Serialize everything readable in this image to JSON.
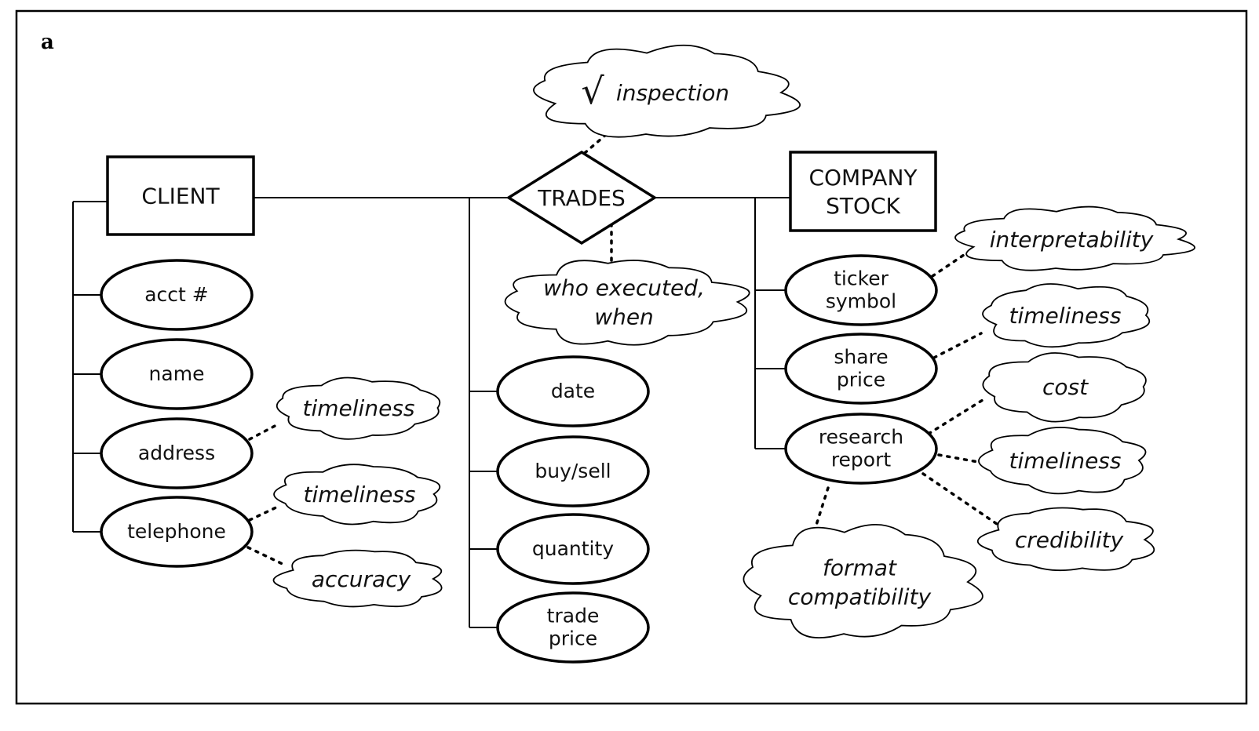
{
  "panel_label": "a",
  "entities": [
    {
      "id": "client",
      "lines": [
        "CLIENT"
      ]
    },
    {
      "id": "company-stock",
      "lines": [
        "COMPANY",
        "STOCK"
      ]
    }
  ],
  "relationship": {
    "id": "trades",
    "label": "TRADES"
  },
  "attributes": {
    "client": [
      {
        "id": "acct",
        "lines": [
          "acct #"
        ]
      },
      {
        "id": "name",
        "lines": [
          "name"
        ]
      },
      {
        "id": "address",
        "lines": [
          "address"
        ]
      },
      {
        "id": "telephone",
        "lines": [
          "telephone"
        ]
      }
    ],
    "trades": [
      {
        "id": "date",
        "lines": [
          "date"
        ]
      },
      {
        "id": "buy-sell",
        "lines": [
          "buy/sell"
        ]
      },
      {
        "id": "quantity",
        "lines": [
          "quantity"
        ]
      },
      {
        "id": "trade-price",
        "lines": [
          "trade",
          "price"
        ]
      }
    ],
    "company_stock": [
      {
        "id": "ticker-symbol",
        "lines": [
          "ticker",
          "symbol"
        ]
      },
      {
        "id": "share-price",
        "lines": [
          "share",
          "price"
        ]
      },
      {
        "id": "research-report",
        "lines": [
          "research",
          "report"
        ]
      }
    ]
  },
  "quality_tags": [
    {
      "id": "inspection",
      "attached_to": "trades",
      "check_mark": "√",
      "lines": [
        "inspection"
      ]
    },
    {
      "id": "who-executed",
      "attached_to": "trades",
      "lines": [
        "who executed,",
        "when"
      ]
    },
    {
      "id": "address-timeliness",
      "attached_to": "address",
      "lines": [
        "timeliness"
      ]
    },
    {
      "id": "telephone-timeliness",
      "attached_to": "telephone",
      "lines": [
        "timeliness"
      ]
    },
    {
      "id": "telephone-accuracy",
      "attached_to": "telephone",
      "lines": [
        "accuracy"
      ]
    },
    {
      "id": "ticker-interpretability",
      "attached_to": "ticker-symbol",
      "lines": [
        "interpretability"
      ]
    },
    {
      "id": "share-price-timeliness",
      "attached_to": "share-price",
      "lines": [
        "timeliness"
      ]
    },
    {
      "id": "report-cost",
      "attached_to": "research-report",
      "lines": [
        "cost"
      ]
    },
    {
      "id": "report-timeliness",
      "attached_to": "research-report",
      "lines": [
        "timeliness"
      ]
    },
    {
      "id": "report-credibility",
      "attached_to": "research-report",
      "lines": [
        "credibility"
      ]
    },
    {
      "id": "report-format",
      "attached_to": "research-report",
      "lines": [
        "format",
        "compatibility"
      ]
    }
  ]
}
